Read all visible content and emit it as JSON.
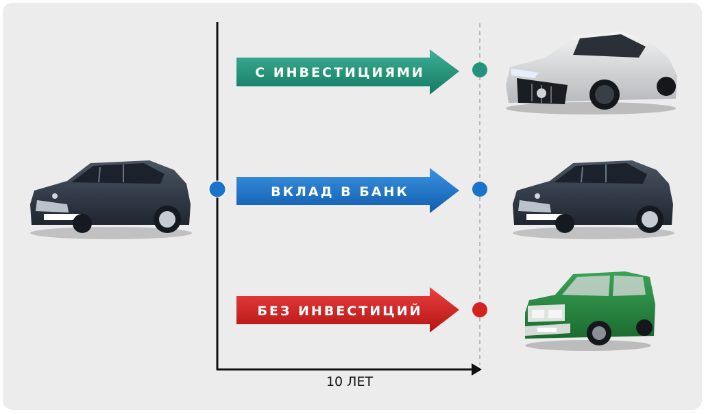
{
  "colors": {
    "panel_bg": "#ececec",
    "invest": "#23937a",
    "bank": "#1a73c9",
    "none": "#d42222",
    "axis": "#111111",
    "dashed_line": "#aaaaaa"
  },
  "outcomes": [
    {
      "label": "С ИНВЕСТИЦИЯМИ",
      "color_key": "invest",
      "car_icon": "silver-sports-coupe-icon"
    },
    {
      "label": "ВКЛАД В БАНК",
      "color_key": "bank",
      "car_icon": "dark-sedan-icon"
    },
    {
      "label": "БЕЗ ИНВЕСТИЦИЙ",
      "color_key": "none",
      "car_icon": "green-hatchback-icon"
    }
  ],
  "start_car_icon": "dark-sedan-icon",
  "axis": {
    "x_label": "10 ЛЕТ"
  }
}
